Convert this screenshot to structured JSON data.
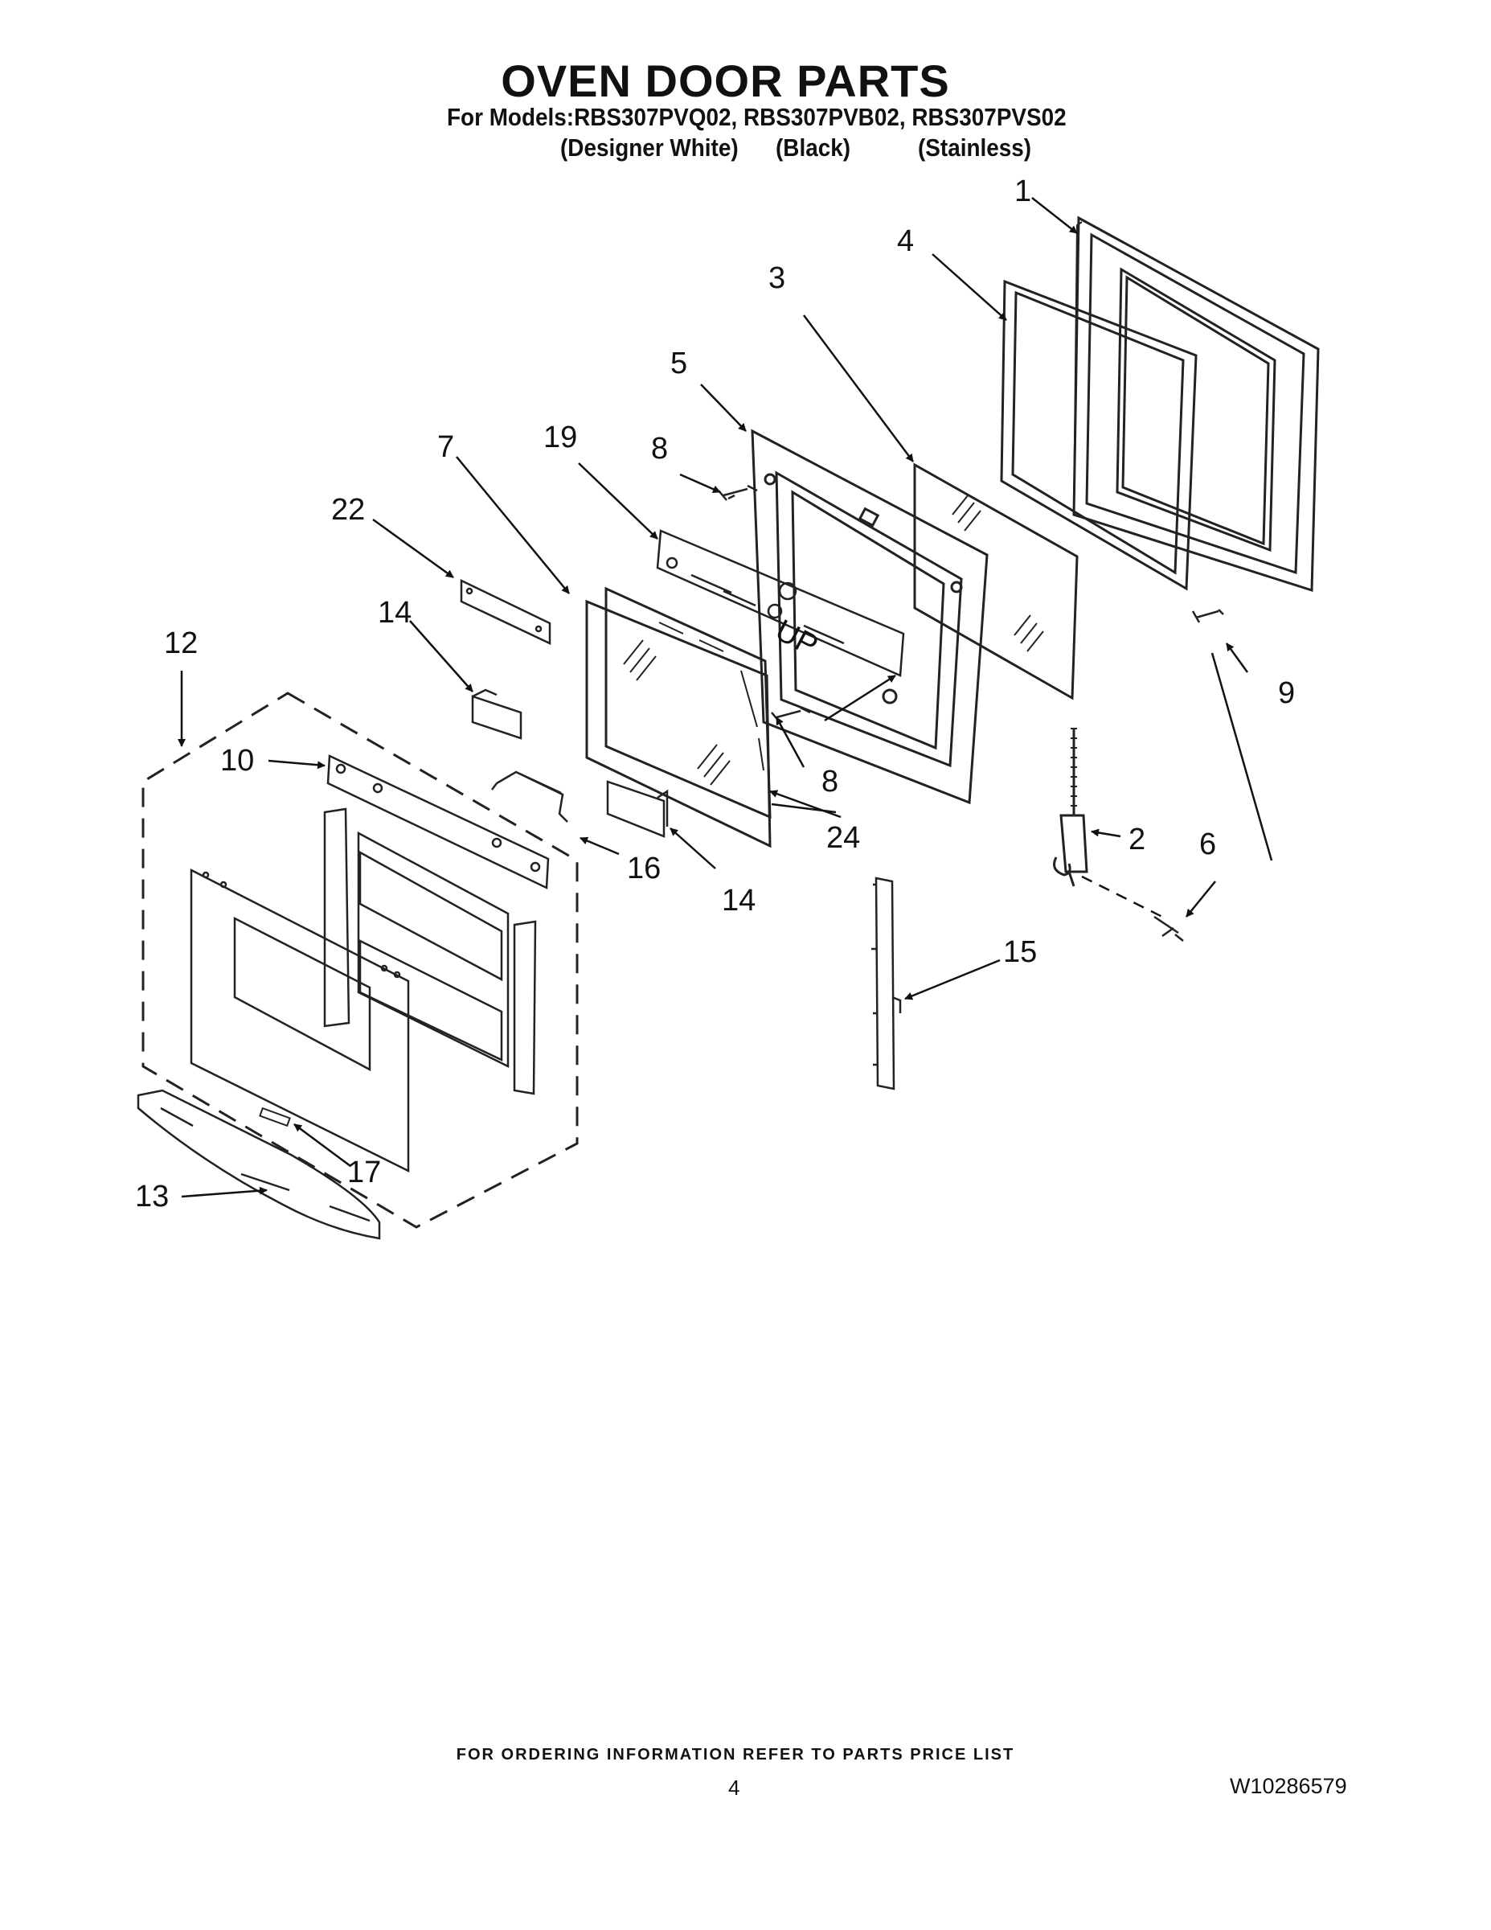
{
  "header": {
    "title": "OVEN DOOR PARTS",
    "models_line": "For Models:RBS307PVQ02, RBS307PVB02, RBS307PVS02",
    "variants": [
      "(Designer White)",
      "(Black)",
      "(Stainless)"
    ]
  },
  "callouts": {
    "c1": "1",
    "c2": "2",
    "c3": "3",
    "c4": "4",
    "c5": "5",
    "c6": "6",
    "c7": "7",
    "c8a": "8",
    "c8b": "8",
    "c9": "9",
    "c10": "10",
    "c12": "12",
    "c13": "13",
    "c14a": "14",
    "c14b": "14",
    "c15": "15",
    "c16": "16",
    "c17": "17",
    "c19": "19",
    "c22": "22",
    "c24": "24"
  },
  "glass_mark": "UP",
  "footer": {
    "ordering_note": "FOR ORDERING INFORMATION REFER TO PARTS PRICE LIST",
    "page_number": "4",
    "document_number": "W10286579"
  }
}
